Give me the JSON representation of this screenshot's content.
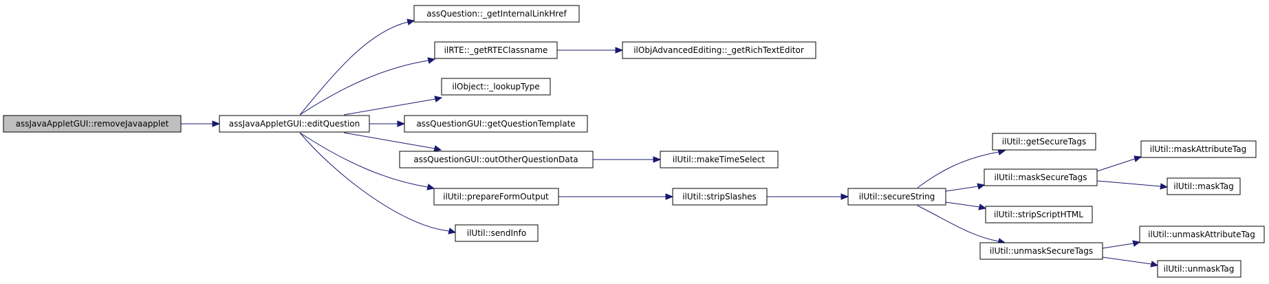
{
  "diagram": {
    "type": "call-graph",
    "colors": {
      "edge": "#191970",
      "root_fill": "#bfbfbf",
      "node_fill": "#ffffff",
      "node_border": "#000000"
    },
    "nodes": [
      {
        "id": "removeJavaapplet",
        "label": "assJavaAppletGUI::removeJavaapplet",
        "root": true
      },
      {
        "id": "editQuestion",
        "label": "assJavaAppletGUI::editQuestion"
      },
      {
        "id": "getInternalLinkHref",
        "label": "assQuestion::_getInternalLinkHref"
      },
      {
        "id": "getRTEClassname",
        "label": "ilRTE::_getRTEClassname"
      },
      {
        "id": "getRichTextEditor",
        "label": "ilObjAdvancedEditing::_getRichTextEditor"
      },
      {
        "id": "lookupType",
        "label": "ilObject::_lookupType"
      },
      {
        "id": "getQuestionTemplate",
        "label": "assQuestionGUI::getQuestionTemplate"
      },
      {
        "id": "outOtherQuestionData",
        "label": "assQuestionGUI::outOtherQuestionData"
      },
      {
        "id": "makeTimeSelect",
        "label": "ilUtil::makeTimeSelect"
      },
      {
        "id": "prepareFormOutput",
        "label": "ilUtil::prepareFormOutput"
      },
      {
        "id": "stripSlashes",
        "label": "ilUtil::stripSlashes"
      },
      {
        "id": "secureString",
        "label": "ilUtil::secureString"
      },
      {
        "id": "getSecureTags",
        "label": "ilUtil::getSecureTags"
      },
      {
        "id": "maskSecureTags",
        "label": "ilUtil::maskSecureTags"
      },
      {
        "id": "maskAttributeTag",
        "label": "ilUtil::maskAttributeTag"
      },
      {
        "id": "maskTag",
        "label": "ilUtil::maskTag"
      },
      {
        "id": "stripScriptHTML",
        "label": "ilUtil::stripScriptHTML"
      },
      {
        "id": "unmaskSecureTags",
        "label": "ilUtil::unmaskSecureTags"
      },
      {
        "id": "unmaskAttributeTag",
        "label": "ilUtil::unmaskAttributeTag"
      },
      {
        "id": "unmaskTag",
        "label": "ilUtil::unmaskTag"
      },
      {
        "id": "sendInfo",
        "label": "ilUtil::sendInfo"
      }
    ],
    "edges": [
      {
        "from": "removeJavaapplet",
        "to": "editQuestion"
      },
      {
        "from": "editQuestion",
        "to": "getInternalLinkHref"
      },
      {
        "from": "editQuestion",
        "to": "getRTEClassname"
      },
      {
        "from": "editQuestion",
        "to": "lookupType"
      },
      {
        "from": "editQuestion",
        "to": "getQuestionTemplate"
      },
      {
        "from": "editQuestion",
        "to": "outOtherQuestionData"
      },
      {
        "from": "editQuestion",
        "to": "prepareFormOutput"
      },
      {
        "from": "editQuestion",
        "to": "sendInfo"
      },
      {
        "from": "getRTEClassname",
        "to": "getRichTextEditor"
      },
      {
        "from": "outOtherQuestionData",
        "to": "makeTimeSelect"
      },
      {
        "from": "prepareFormOutput",
        "to": "stripSlashes"
      },
      {
        "from": "stripSlashes",
        "to": "secureString"
      },
      {
        "from": "secureString",
        "to": "getSecureTags"
      },
      {
        "from": "secureString",
        "to": "maskSecureTags"
      },
      {
        "from": "secureString",
        "to": "stripScriptHTML"
      },
      {
        "from": "secureString",
        "to": "unmaskSecureTags"
      },
      {
        "from": "maskSecureTags",
        "to": "maskAttributeTag"
      },
      {
        "from": "maskSecureTags",
        "to": "maskTag"
      },
      {
        "from": "unmaskSecureTags",
        "to": "unmaskAttributeTag"
      },
      {
        "from": "unmaskSecureTags",
        "to": "unmaskTag"
      }
    ]
  }
}
